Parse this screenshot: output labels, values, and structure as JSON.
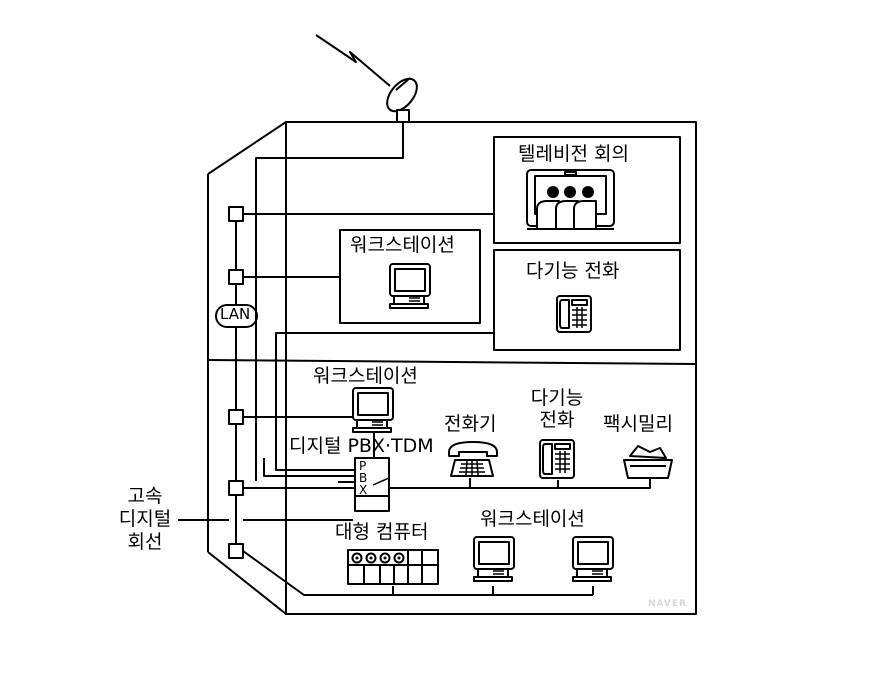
{
  "labels": {
    "tv_conference": "텔레비전 회의",
    "workstation_top": "워크스테이션",
    "multifunction_phone_top": "다기능 전화",
    "lan": "LAN",
    "workstation_mid": "워크스테이션",
    "telephone": "전화기",
    "multifunction_phone_mid_1": "다기능",
    "multifunction_phone_mid_2": "전화",
    "facsimile": "팩시밀리",
    "pbx_tdm": "디지털 PBX·TDM",
    "pbx_letters": [
      "P",
      "B",
      "X"
    ],
    "mainframe": "대형 컴퓨터",
    "workstation_bottom": "워크스테이션",
    "hs_line_1": "고속",
    "hs_line_2": "디지털",
    "hs_line_3": "회선"
  },
  "watermark": "NAVER"
}
